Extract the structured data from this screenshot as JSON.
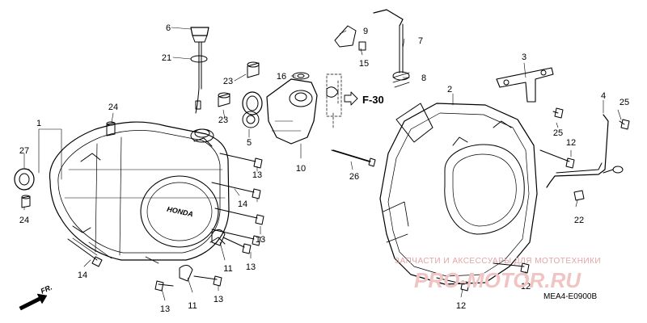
{
  "diagram": {
    "callouts": {
      "c1": "1",
      "c2": "2",
      "c3": "3",
      "c4": "4",
      "c5": "5",
      "c6": "6",
      "c7": "7",
      "c8": "8",
      "c9": "9",
      "c10": "10",
      "c11a": "11",
      "c11b": "11",
      "c12a": "12",
      "c12b": "12",
      "c12c": "12",
      "c13a": "13",
      "c13b": "13",
      "c13c": "13",
      "c13d": "13",
      "c13e": "13",
      "c14a": "14",
      "c14b": "14",
      "c15": "15",
      "c16": "16",
      "c21": "21",
      "c22": "22",
      "c23a": "23",
      "c23b": "23",
      "c24a": "24",
      "c24b": "24",
      "c25a": "25",
      "c25b": "25",
      "c26": "26",
      "c27": "27"
    },
    "reference": "F-30",
    "diagram_code": "MEA4-E0900B",
    "front_label": "FR.",
    "embossed_brand": "HONDA",
    "watermark_text": "ЗАПЧАСТИ И АКСЕССУАРЫ ДЛЯ МОТОТЕХНИКИ",
    "watermark_logo": "PRO-MOTOR.RU"
  },
  "colors": {
    "line": "#000000",
    "watermark": "#e3a5a5"
  }
}
